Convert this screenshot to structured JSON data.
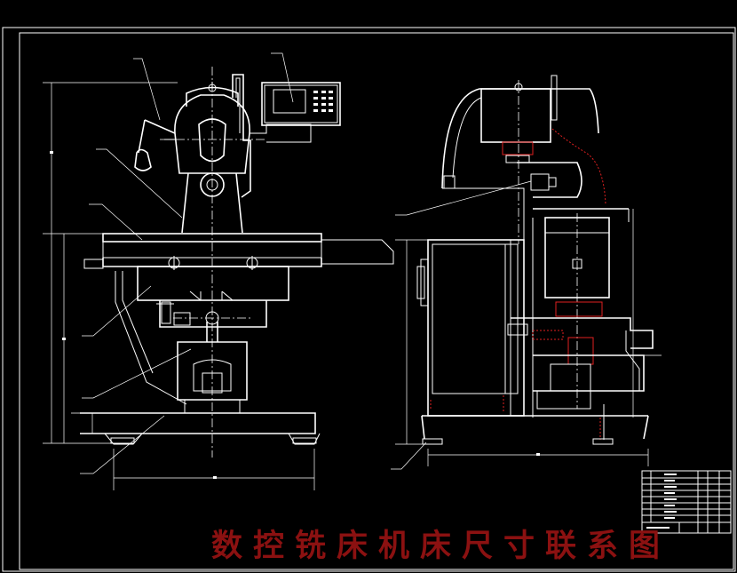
{
  "caption": "数控铣床机床尺寸联系图",
  "colors": {
    "background": "#000000",
    "line": "#ffffff",
    "highlight": "#e02020",
    "caption": "#8b1111"
  },
  "views": [
    "front-view",
    "side-view"
  ],
  "title_block": {
    "rows": 9,
    "columns": 6
  }
}
